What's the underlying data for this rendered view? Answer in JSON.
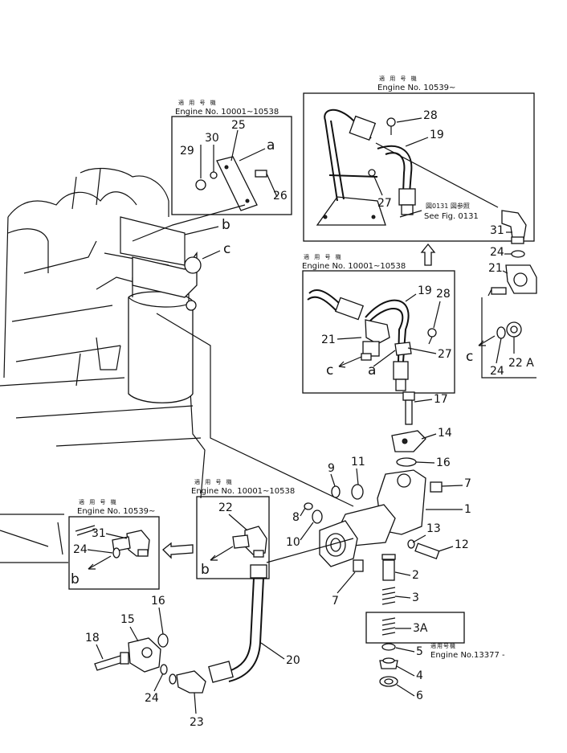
{
  "headers": {
    "jp_label": "適 用 号 機",
    "box_engine_left": "Engine No. 10001~10538",
    "box_engine_topright": "Engine No. 10539~",
    "box_engine_midright": "Engine No. 10001~10538",
    "box_engine_lower_left": "Engine No. 10539~",
    "box_engine_lower_mid": "Engine No. 10001~10538",
    "engine_3a_jp": "適用号機",
    "engine_3a": "Engine No.13377 -",
    "see_fig_jp": "図0131 図参照",
    "see_fig": "See Fig. 0131"
  },
  "callouts": {
    "n1": "1",
    "n2": "2",
    "n3": "3",
    "n3a": "3A",
    "n4": "4",
    "n5": "5",
    "n6": "6",
    "n7a": "7",
    "n7b": "7",
    "n8": "8",
    "n9": "9",
    "n10": "10",
    "n11": "11",
    "n12": "12",
    "n13": "13",
    "n14": "14",
    "n15": "15",
    "n16a": "16",
    "n16b": "16",
    "n17": "17",
    "n18": "18",
    "n19a": "19",
    "n19b": "19",
    "n20": "20",
    "n21a": "21",
    "n21b": "21",
    "n22a": "22",
    "n22b": "22 A",
    "n23": "23",
    "n24a": "24",
    "n24b": "24",
    "n24c": "24",
    "n25": "25",
    "n26": "26",
    "n27a": "27",
    "n27b": "27",
    "n28a": "28",
    "n28b": "28",
    "n29": "29",
    "n30": "30",
    "n31a": "31",
    "n31b": "31"
  },
  "letters": {
    "a1": "a",
    "a2": "a",
    "b1": "b",
    "b2": "b",
    "b3": "b",
    "c1": "c",
    "c2": "c",
    "c3": "c"
  }
}
